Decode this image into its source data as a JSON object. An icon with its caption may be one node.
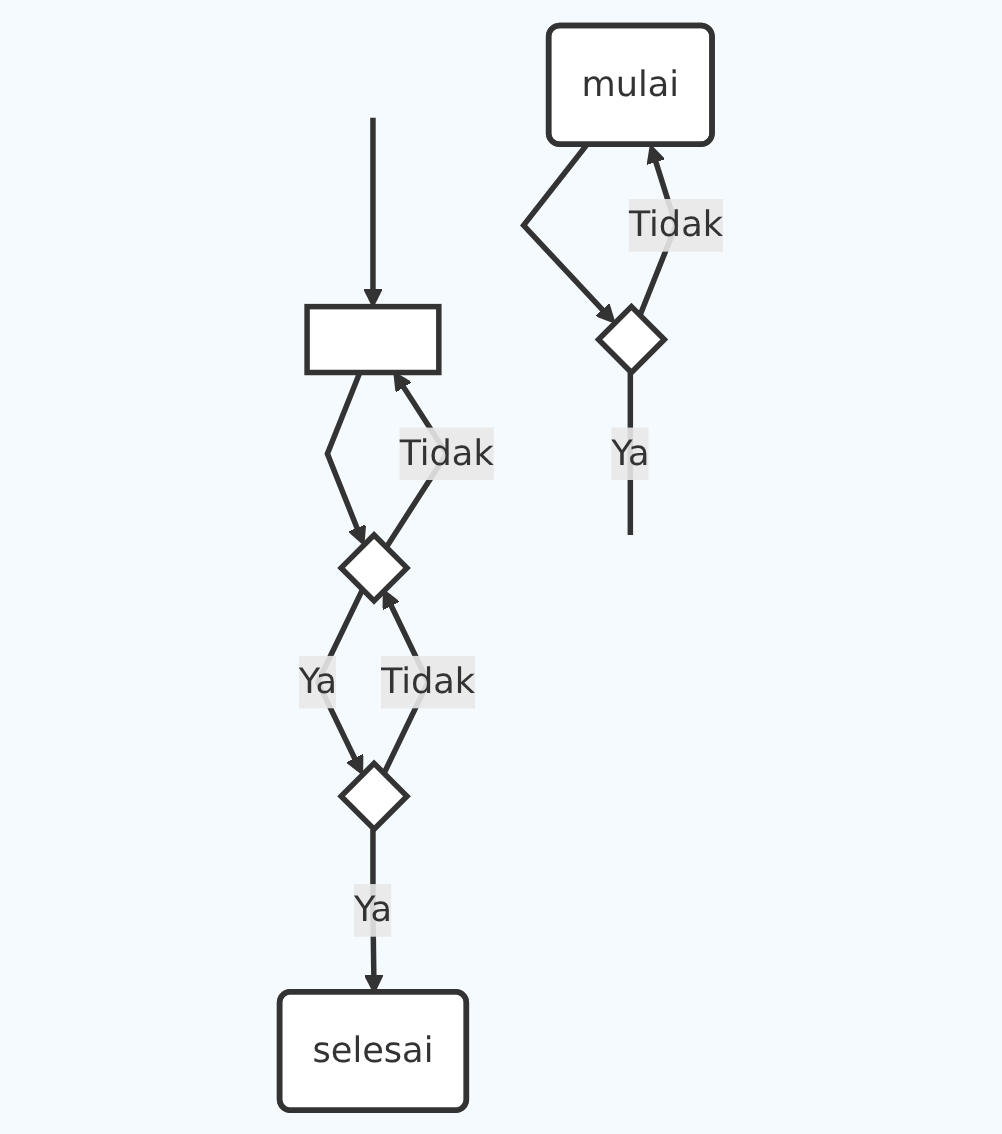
{
  "diagram": {
    "nodes": [
      {
        "text": [
          "mulai"
        ]
      },
      {
        "text": [],
        "shape": "diamond"
      },
      {
        "text": [],
        "shape": "box"
      },
      {
        "text": [],
        "shape": "diamond"
      },
      {
        "text": [],
        "shape": "diamond"
      },
      {
        "text": [
          "selesai"
        ]
      }
    ],
    "edges": [
      {
        "from": 0,
        "to": 1,
        "arrow": "to"
      },
      {
        "from": 1,
        "to": 0,
        "arrow": "to",
        "label": "Tidak"
      },
      {
        "from": 1,
        "to": null,
        "arrow": "none",
        "label": "Ya"
      },
      {
        "from": null,
        "to": 2,
        "arrow": "to"
      },
      {
        "from": 2,
        "to": 3,
        "arrow": "to"
      },
      {
        "from": 3,
        "to": 2,
        "arrow": "to",
        "label": "Tidak"
      },
      {
        "from": 3,
        "to": 4,
        "arrow": "to",
        "label": "Ya"
      },
      {
        "from": 4,
        "to": 3,
        "arrow": "to",
        "label": "Tidak"
      },
      {
        "from": 4,
        "to": 5,
        "arrow": "to",
        "label": "Ya"
      }
    ]
  }
}
